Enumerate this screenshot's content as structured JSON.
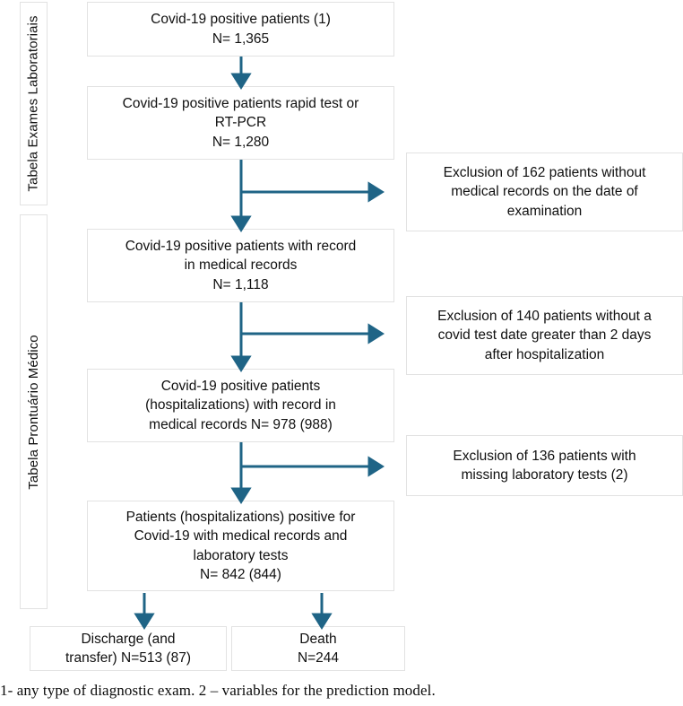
{
  "diagram": {
    "title": "Covid-19 patient cohort selection flowchart",
    "accent_color": "#1f6486",
    "box_border_color": "#e2e2e2",
    "background_color": "#ffffff",
    "text_color": "#101010"
  },
  "group_labels": [
    {
      "id": "exames",
      "text": "Tabela Exames Laboratoriais"
    },
    {
      "id": "prontuario",
      "text": "Tabela Prontuário Médico"
    }
  ],
  "main_nodes": [
    {
      "id": "node-1",
      "label": "Covid-19 positive patients (1)\nN= 1,365",
      "count": 1365,
      "note_ref": "1"
    },
    {
      "id": "node-2",
      "label": "Covid-19 positive patients rapid test or\nRT-PCR\nN= 1,280",
      "count": 1280
    },
    {
      "id": "node-3",
      "label": "Covid-19 positive patients with record\nin medical records\nN= 1,118",
      "count": 1118
    },
    {
      "id": "node-4",
      "label": "Covid-19 positive patients\n(hospitalizations) with record in\nmedical records N= 978 (988)",
      "count": 978,
      "count_secondary": 988
    },
    {
      "id": "node-5",
      "label": "Patients (hospitalizations) positive for\nCovid-19 with medical records and\nlaboratory tests\nN= 842 (844)",
      "count": 842,
      "count_secondary": 844
    }
  ],
  "exclusion_nodes": [
    {
      "id": "exclusion-1",
      "label": "Exclusion of 162 patients without\nmedical records on the date of\nexamination",
      "count": 162
    },
    {
      "id": "exclusion-2",
      "label": "Exclusion of 140 patients without a\ncovid test date greater than 2 days\nafter hospitalization",
      "count": 140
    },
    {
      "id": "exclusion-3",
      "label": "Exclusion of 136 patients with\nmissing laboratory tests (2)",
      "count": 136,
      "note_ref": "2"
    }
  ],
  "outcome_nodes": [
    {
      "id": "outcome-discharge",
      "label": "Discharge (and\ntransfer) N=513 (87)",
      "count": 513,
      "count_secondary": 87
    },
    {
      "id": "outcome-death",
      "label": "Death\nN=244",
      "count": 244
    }
  ],
  "footnote": {
    "text": "1- any type of diagnostic exam. 2 – variables for the prediction model."
  }
}
